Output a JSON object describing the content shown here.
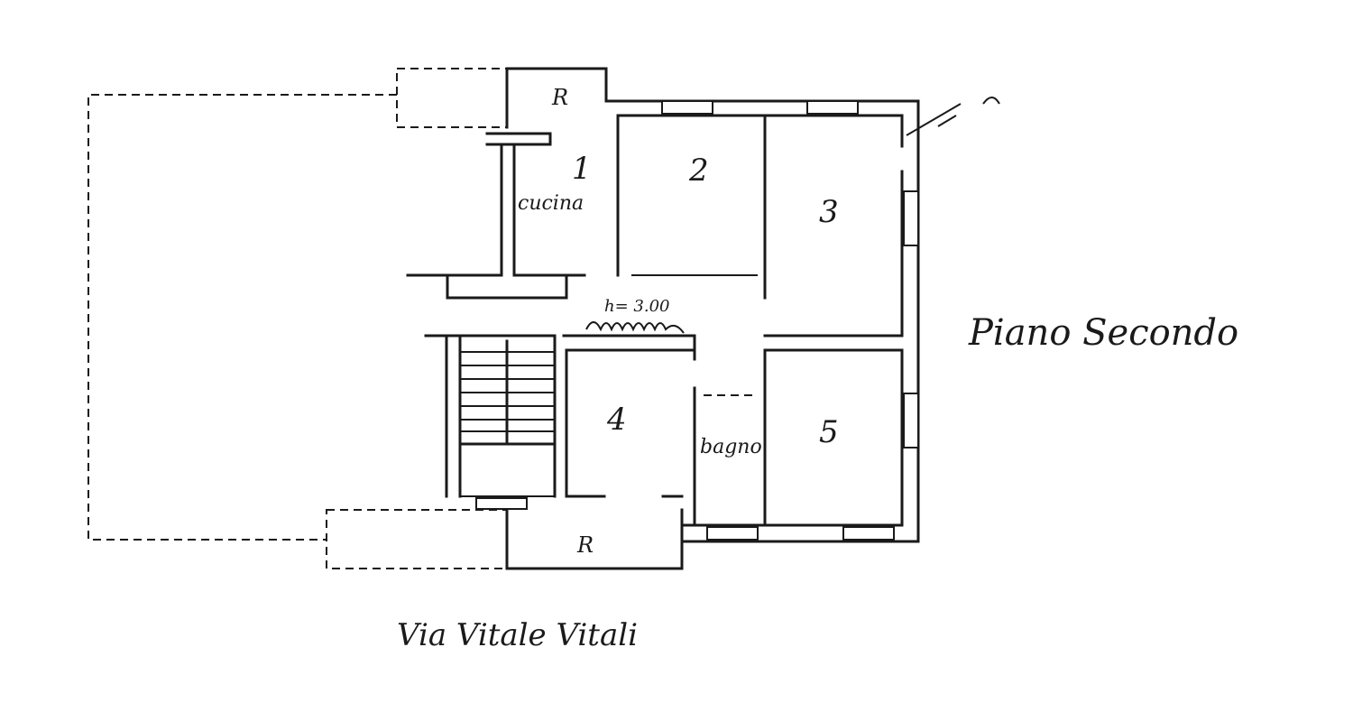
{
  "plan": {
    "title": "Piano Secondo",
    "street": "Via Vitale Vitali",
    "ceiling_height": "h= 3.00",
    "rooms": [
      {
        "id": "1",
        "number": "1",
        "label": "cucina"
      },
      {
        "id": "2",
        "number": "2",
        "label": ""
      },
      {
        "id": "3",
        "number": "3",
        "label": ""
      },
      {
        "id": "4",
        "number": "4",
        "label": ""
      },
      {
        "id": "5",
        "number": "5",
        "label": ""
      },
      {
        "id": "bagno",
        "number": "",
        "label": "bagno"
      }
    ],
    "balcony_top_label": "R",
    "balcony_bottom_label": "R"
  }
}
